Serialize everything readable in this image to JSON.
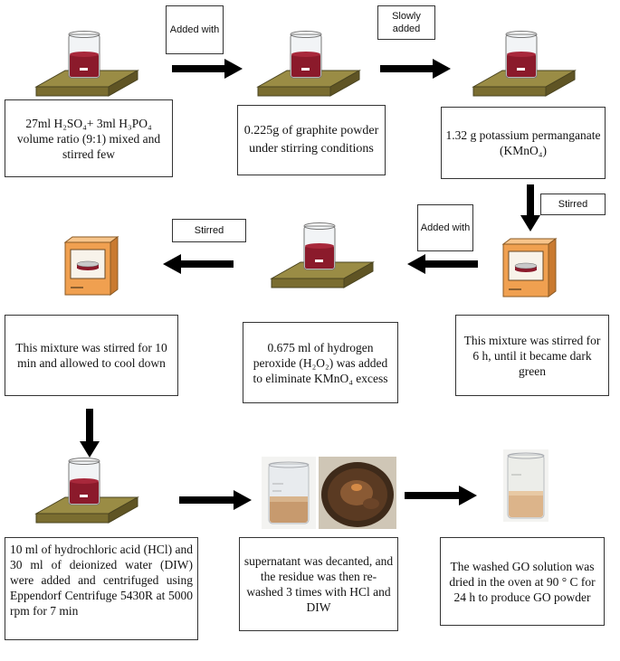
{
  "steps": {
    "s1": "27ml H₂SO₄+ 3ml H₃PO₄ volume ratio (9:1) mixed and stirred few",
    "s2": "0.225g of graphite powder under stirring conditions",
    "s3": "1.32 g potassium permanganate (KMnO₄)",
    "s4": "This mixture was stirred for 6 h, until it became dark green",
    "s5": "0.675 ml of hydrogen peroxide (H₂O₂) was added to eliminate KMnO₄ excess",
    "s6": "This mixture was stirred for 10 min and allowed to cool down",
    "s7": "10 ml of hydrochloric acid (HCl) and 30 ml of deionized water (DIW) were added and centrifuged using Eppendorf Centrifuge 5430R at 5000 rpm for 7 min",
    "s8": "supernatant was decanted, and the residue was then re-washed 3 times with HCl and DIW",
    "s9": "The washed GO solution was dried in the oven at 90 ° C for 24 h to produce GO powder"
  },
  "labels": {
    "added_with_1": "Added with",
    "slowly_added": "Slowly added",
    "stirred_1": "Stirred",
    "added_with_2": "Added with",
    "stirred_2": "Stirred"
  },
  "colors": {
    "plate": "#8c7f3c",
    "liquid": "#8b1a2b",
    "oven": "#f0a050",
    "arrow": "#000000"
  },
  "icons": [
    "stirrer-beaker-icon",
    "oven-icon",
    "beaker-photo",
    "residue-photo"
  ]
}
